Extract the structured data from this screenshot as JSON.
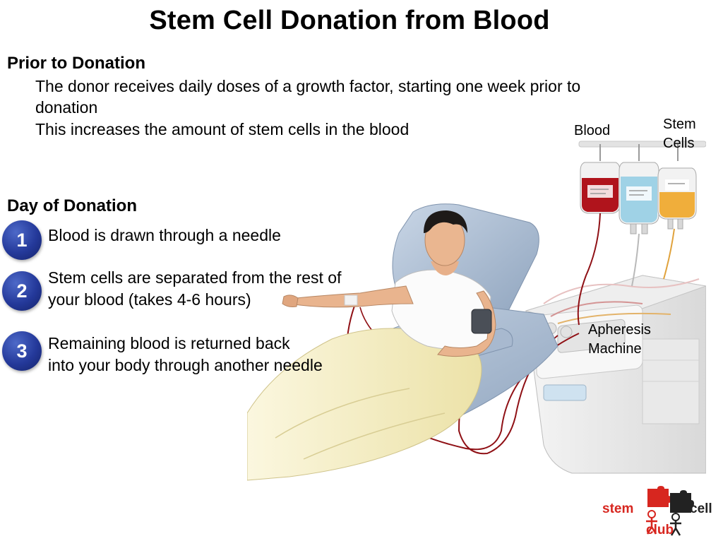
{
  "title": "Stem Cell Donation from Blood",
  "prior": {
    "heading": "Prior to Donation",
    "lines": [
      "The donor receives daily doses of a growth factor, starting one week prior to",
      "donation",
      "This increases the amount of stem cells in the blood"
    ]
  },
  "day": {
    "heading": "Day of Donation",
    "steps": [
      {
        "number": "1",
        "lines": [
          "Blood is drawn through a needle"
        ]
      },
      {
        "number": "2",
        "lines": [
          "Stem cells are separated from the rest of",
          "your blood (takes 4-6 hours)"
        ]
      },
      {
        "number": "3",
        "lines": [
          "Remaining blood is returned back",
          "into your body through another needle"
        ]
      }
    ]
  },
  "labels": {
    "blood": "Blood",
    "stem_cells": [
      "Stem",
      "Cells"
    ],
    "apheresis": [
      "Apheresis",
      "Machine"
    ]
  },
  "logo": {
    "word1": "stem",
    "word2": "cell",
    "word3": "club"
  },
  "colors": {
    "step_circle": "#24399a",
    "blood_bag": "#b0141c",
    "plasma_bag": "#9fd2e6",
    "stem_bag": "#f0ae3b",
    "logo_red": "#d7261f"
  }
}
